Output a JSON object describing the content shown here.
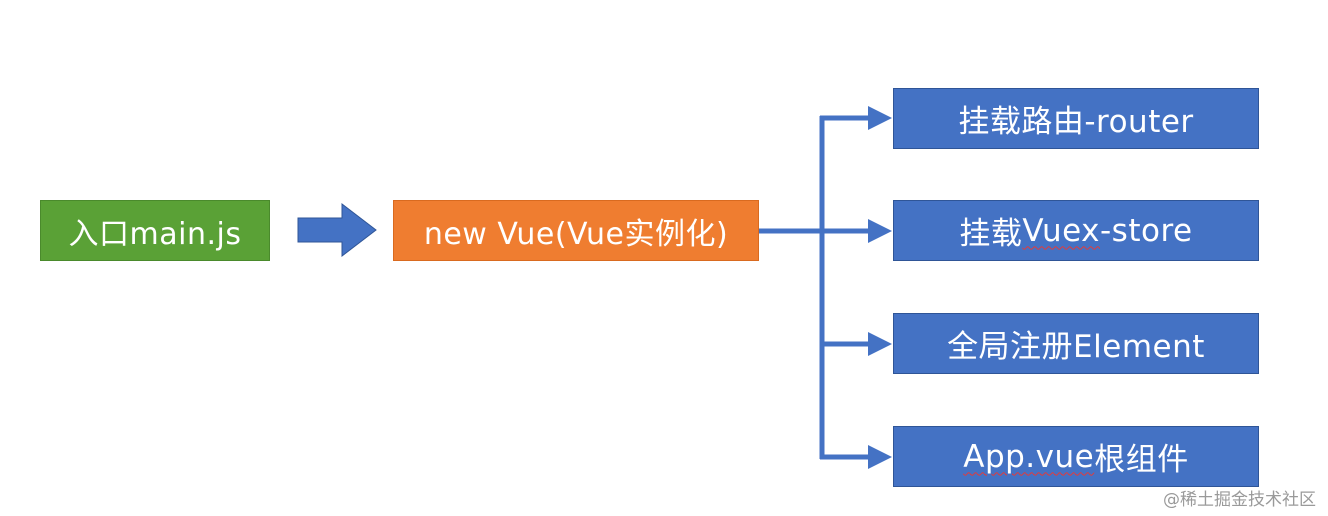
{
  "nodes": {
    "entry": "入口main.js",
    "vue": "new Vue(Vue实例化)",
    "targets": [
      {
        "parts": [
          {
            "text": "挂载路由-router",
            "misspell": false
          }
        ]
      },
      {
        "parts": [
          {
            "text": "挂载",
            "misspell": false
          },
          {
            "text": "Vuex",
            "misspell": true
          },
          {
            "text": "-store",
            "misspell": false
          }
        ]
      },
      {
        "parts": [
          {
            "text": "全局注册Element",
            "misspell": false
          }
        ]
      },
      {
        "parts": [
          {
            "text": "App.vue",
            "misspell": true
          },
          {
            "text": "根组件",
            "misspell": false
          }
        ]
      }
    ]
  },
  "colors": {
    "entry": "#5aa136",
    "vue": "#ef7d30",
    "target": "#4472c4",
    "target_border": "#2f5597",
    "connector": "#4472c4",
    "spellcheck": "#e23b3b"
  },
  "watermark": "@稀土掘金技术社区"
}
